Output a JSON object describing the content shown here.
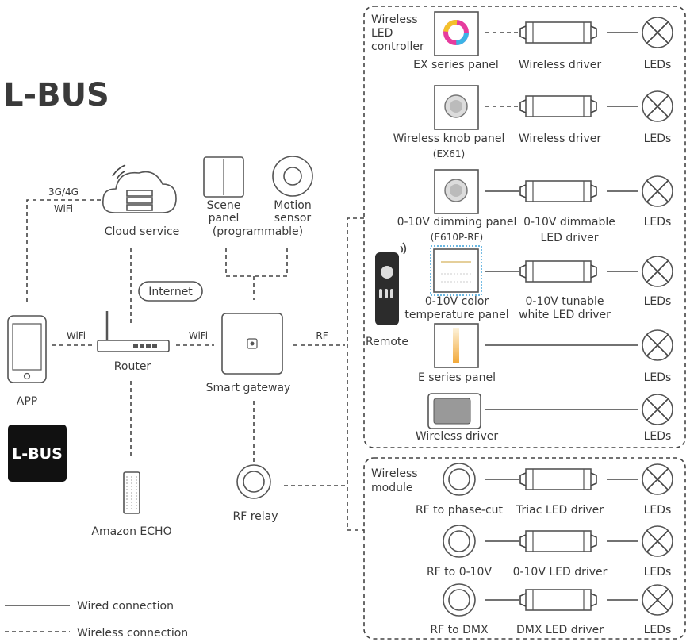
{
  "brand": {
    "logo_text": "L-BUS",
    "app_icon_text": "L-BUS"
  },
  "left": {
    "app": "APP",
    "link_3g": "3G/4G",
    "link_wifi": "WiFi",
    "cloud": "Cloud service",
    "internet": "Internet",
    "router": "Router",
    "wifi_left": "WiFi",
    "wifi_right": "WiFi",
    "echo": "Amazon ECHO",
    "scene_1": "Scene",
    "scene_2": "panel",
    "scene_3": "(programmable)",
    "motion_1": "Motion",
    "motion_2": "sensor",
    "gateway": "Smart gateway",
    "rf": "RF",
    "relay": "RF relay",
    "remote": "Remote"
  },
  "controller_group": {
    "title_1": "Wireless",
    "title_2": "LED",
    "title_3": "controller",
    "rows": [
      {
        "panel": "EX series panel",
        "panel2": "",
        "driver": "Wireless driver",
        "driver2": "",
        "leds": "LEDs"
      },
      {
        "panel": "Wireless knob panel",
        "panel2": "(EX61)",
        "driver": "Wireless driver",
        "driver2": "",
        "leds": "LEDs"
      },
      {
        "panel": "0-10V dimming panel",
        "panel2": "(E610P-RF)",
        "driver": "0-10V dimmable",
        "driver2": "LED driver",
        "leds": "LEDs"
      },
      {
        "panel": "0-10V color",
        "panel2": "temperature panel",
        "driver": "0-10V tunable",
        "driver2": "white LED driver",
        "leds": "LEDs"
      },
      {
        "panel": "E series panel",
        "panel2": "",
        "driver": "",
        "driver2": "",
        "leds": "LEDs"
      },
      {
        "panel": "Wireless driver",
        "panel2": "",
        "driver": "",
        "driver2": "",
        "leds": "LEDs"
      }
    ]
  },
  "module_group": {
    "title_1": "Wireless",
    "title_2": "module",
    "rows": [
      {
        "module": "RF to phase-cut",
        "driver": "Triac LED driver",
        "leds": "LEDs"
      },
      {
        "module": "RF to 0-10V",
        "driver": "0-10V LED driver",
        "leds": "LEDs"
      },
      {
        "module": "RF to DMX",
        "driver": "DMX LED driver",
        "leds": "LEDs"
      }
    ]
  },
  "legend": {
    "wired": "Wired connection",
    "wireless": "Wireless connection"
  }
}
